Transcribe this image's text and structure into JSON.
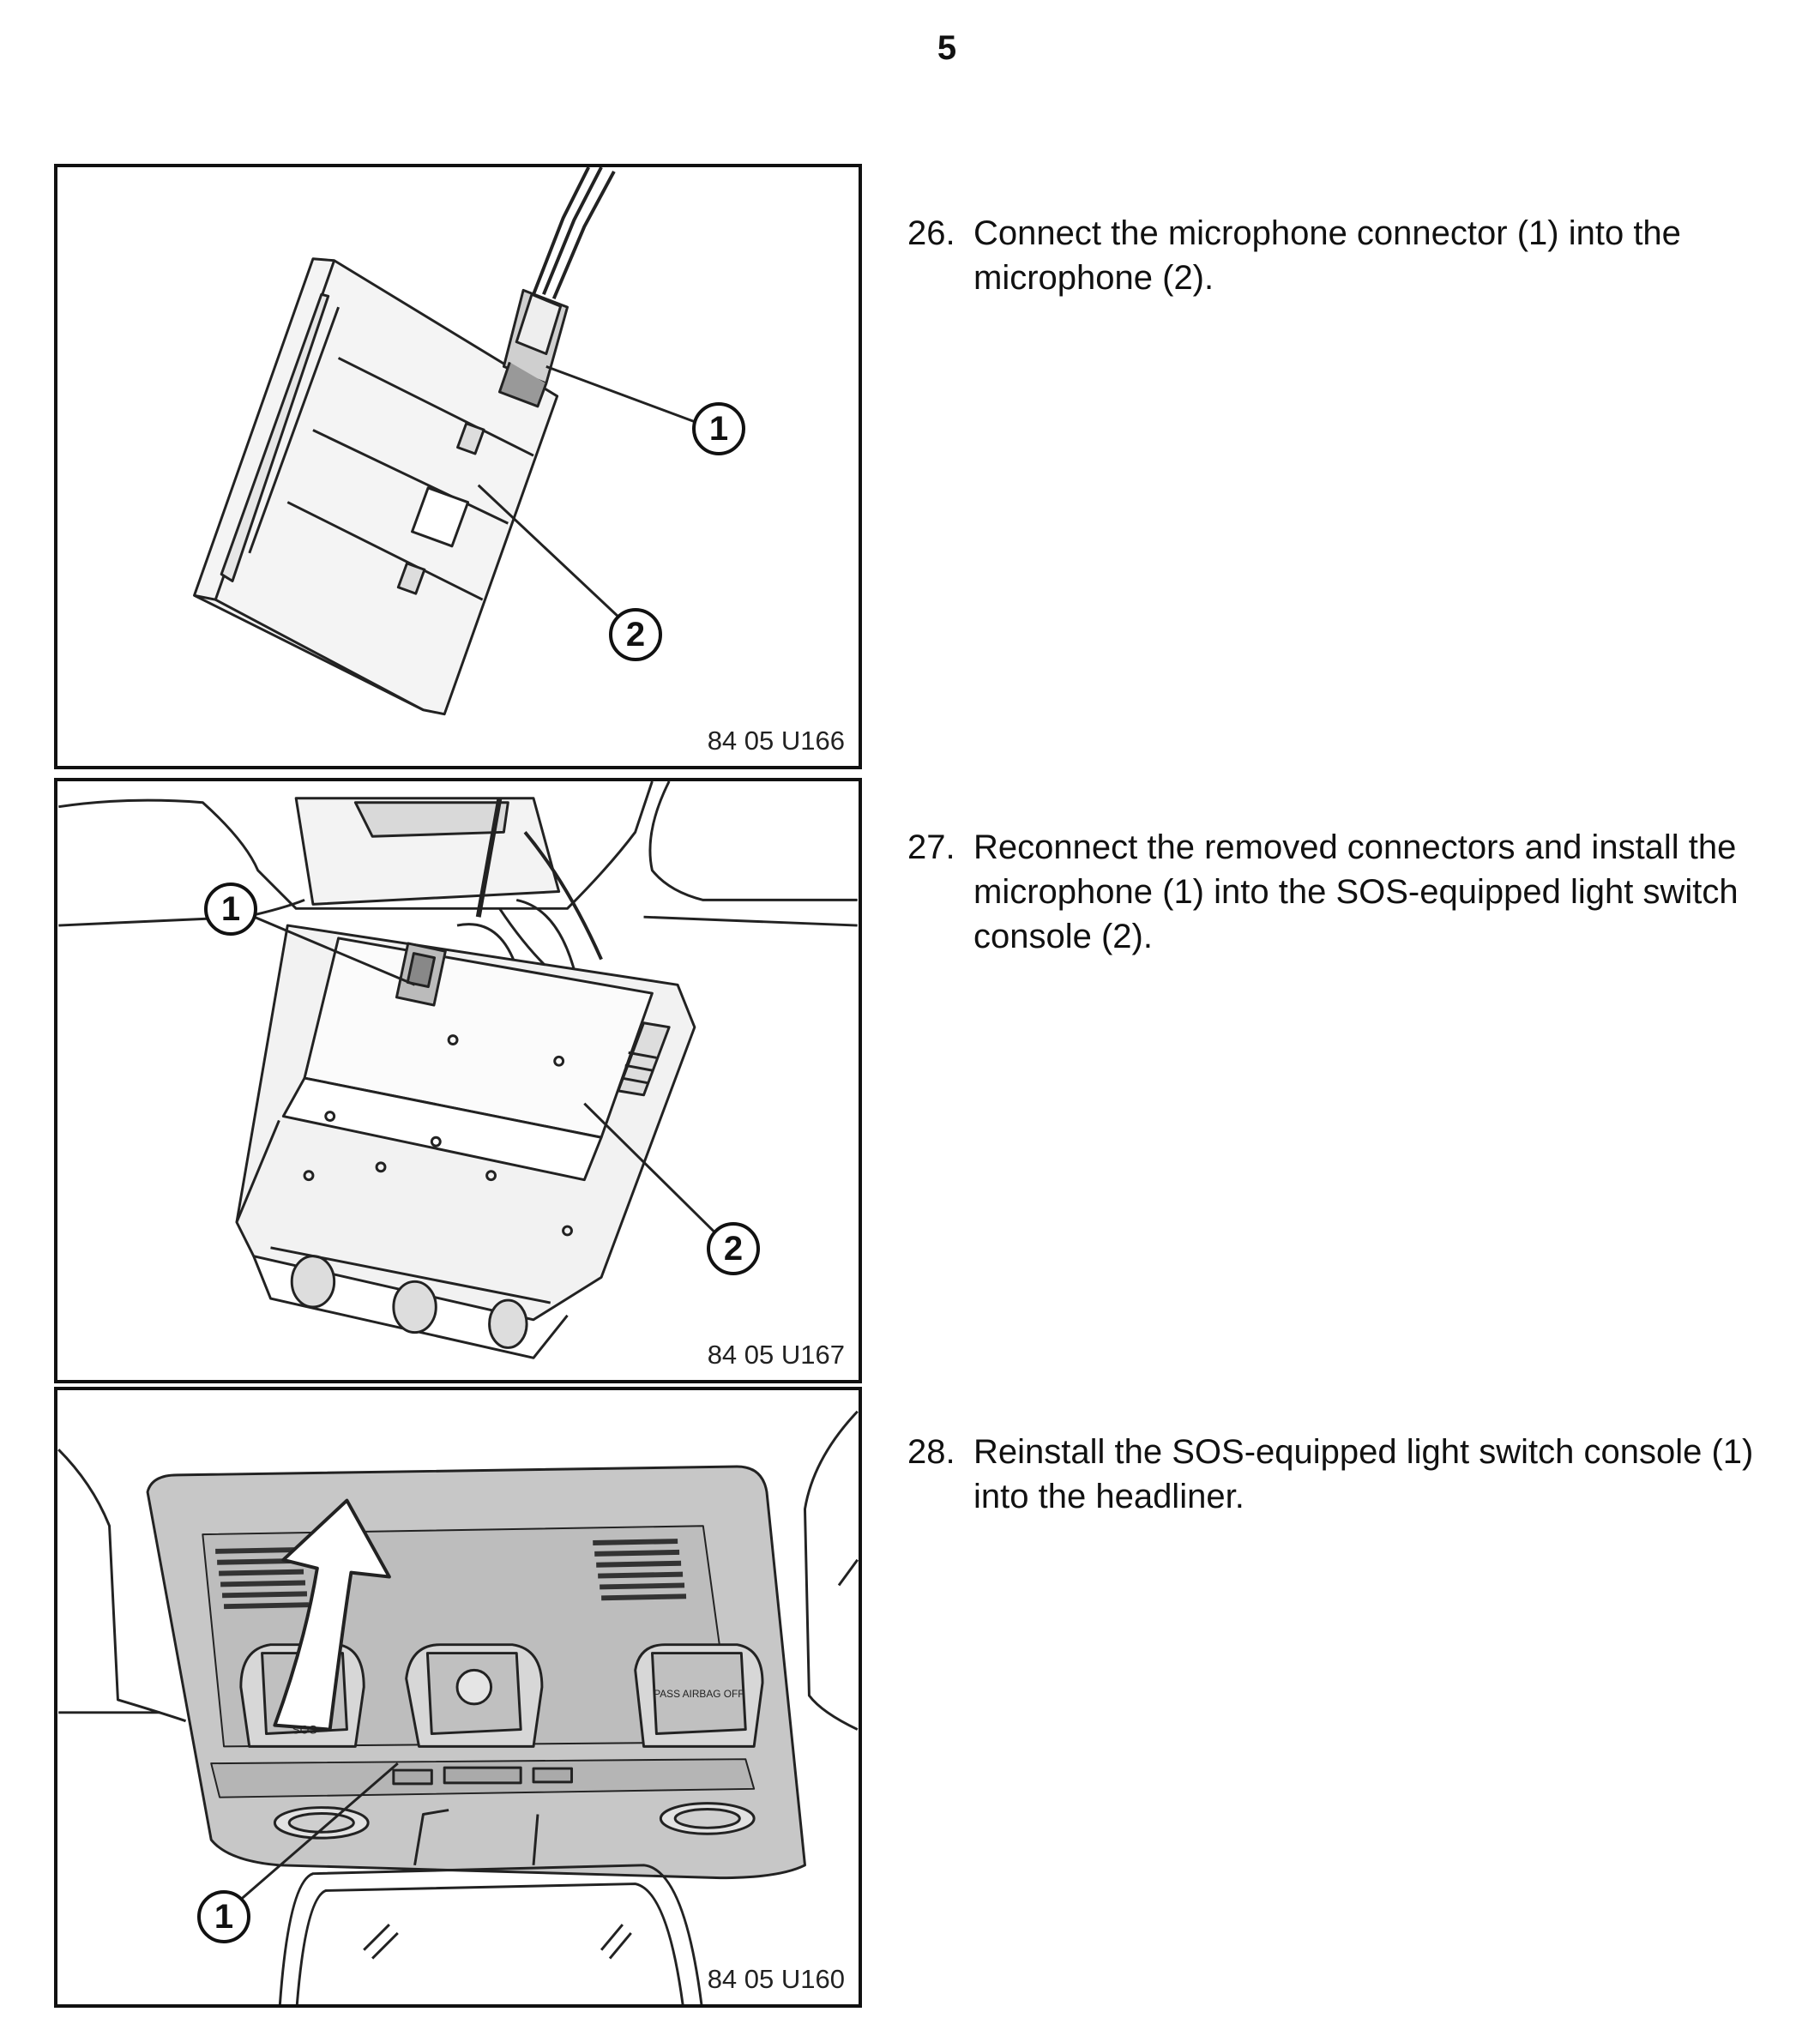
{
  "page_number": "5",
  "steps": [
    {
      "number": "26.",
      "text": "Connect the microphone connector (1) into the microphone (2).",
      "figure_code": "84 05 U166",
      "callouts": [
        "1",
        "2"
      ]
    },
    {
      "number": "27.",
      "text": "Reconnect the removed connectors and install the microphone (1) into the SOS-equipped light switch console (2).",
      "figure_code": "84 05 U167",
      "callouts": [
        "1",
        "2"
      ]
    },
    {
      "number": "28.",
      "text": "Reinstall the SOS-equipped light switch console (1) into the headliner.",
      "figure_code": "84 05 U160",
      "callouts": [
        "1"
      ]
    }
  ],
  "illustration_labels": {
    "button_1_text": "SOS",
    "button_3_text": "PASS AIRBAG OFF"
  }
}
